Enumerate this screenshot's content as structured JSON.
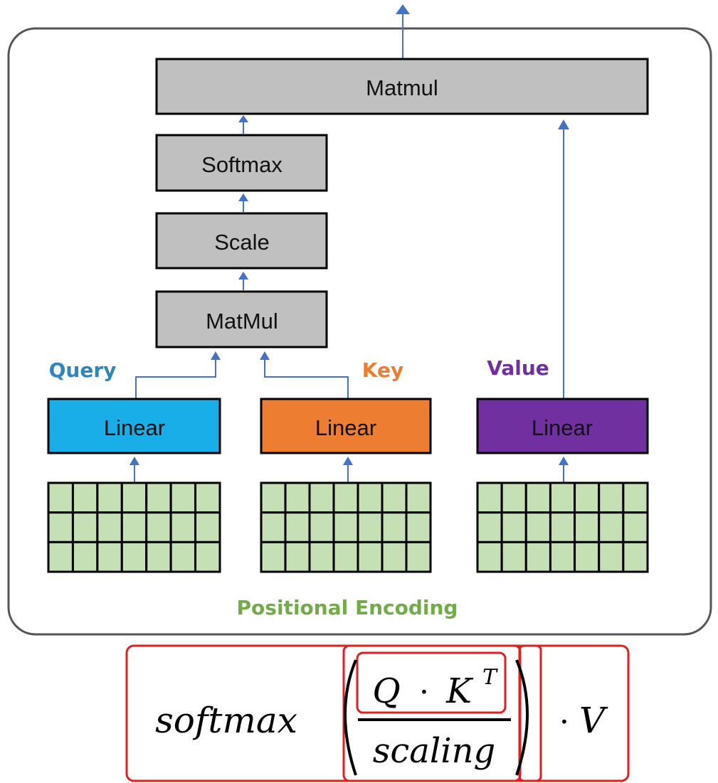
{
  "blocks": {
    "matmul_top": "Matmul",
    "softmax": "Softmax",
    "scale": "Scale",
    "matmul_inner": "MatMul",
    "linear_query": "Linear",
    "linear_key": "Linear",
    "linear_value": "Linear"
  },
  "labels": {
    "query": "Query",
    "key": "Key",
    "value": "Value",
    "positional_encoding": "Positional Encoding"
  },
  "formula": {
    "fn": "softmax",
    "numerator_q": "Q",
    "dot": "·",
    "numerator_k": "K",
    "superscript": "T",
    "denominator": "scaling",
    "times_v_dot": "·",
    "v": "V"
  },
  "grids": {
    "rows": 3,
    "cols": 7
  },
  "colors": {
    "block_gray": "#c0c0c0",
    "query_fill": "#1aaee8",
    "key_fill": "#ed7d31",
    "value_fill": "#7030a0",
    "query_text": "#2e86c1",
    "key_text": "#ed7d31",
    "value_text": "#7030a0",
    "positional_text": "#70ad47",
    "grid_cell": "#c5e0b4",
    "arrow": "#4472c4",
    "highlight_red": "#e02020"
  }
}
